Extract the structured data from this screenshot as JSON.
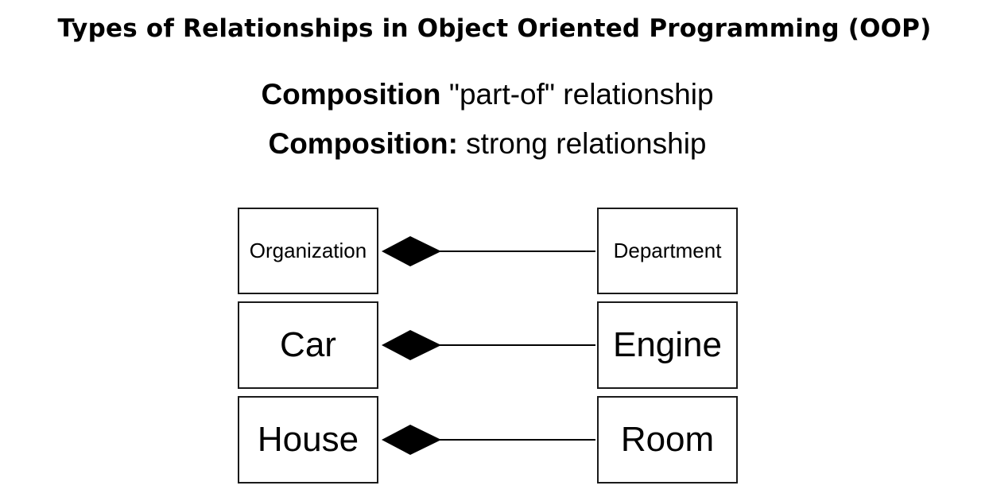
{
  "title": "Types of Relationships in Object Oriented Programming (OOP)",
  "subtitles": [
    {
      "bold": "Composition",
      "rest": " \"part-of\" relationship"
    },
    {
      "bold": "Composition:",
      "rest": " strong relationship"
    }
  ],
  "relationships": [
    {
      "whole": "Organization",
      "part": "Department",
      "type": "composition"
    },
    {
      "whole": "Car",
      "part": "Engine",
      "type": "composition"
    },
    {
      "whole": "House",
      "part": "Room",
      "type": "composition"
    }
  ],
  "colors": {
    "diamond_fill": "#000000",
    "line": "#000000",
    "box_border": "#1a1a1a"
  }
}
